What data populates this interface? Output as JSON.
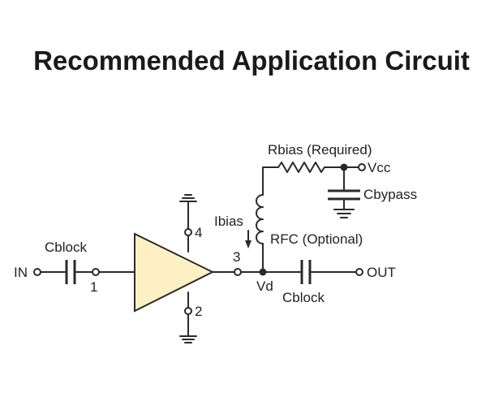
{
  "title": "Recommended Application Circuit",
  "colors": {
    "amplifier_fill": "#fdf1c4",
    "line": "#2a2a2a",
    "text": "#222222"
  },
  "labels": {
    "input": "IN",
    "output": "OUT",
    "cblock_in": "Cblock",
    "cblock_out": "Cblock",
    "rbias": "Rbias (Required)",
    "vcc": "Vcc",
    "cbypass": "Cbypass",
    "ibias": "Ibias",
    "rfc": "RFC (Optional)",
    "vd": "Vd",
    "pin1": "1",
    "pin2": "2",
    "pin3": "3",
    "pin4": "4"
  }
}
